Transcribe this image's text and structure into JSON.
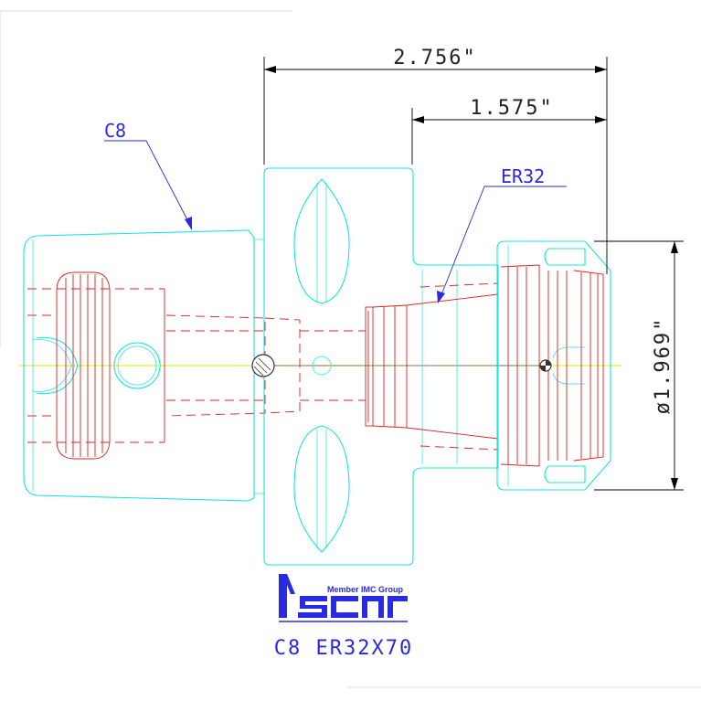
{
  "dimensions": {
    "overall_length": "2.756\"",
    "collet_length": "1.575\"",
    "nut_diameter": "ø1.969\""
  },
  "callouts": {
    "shank_label": "C8",
    "collet_label": "ER32"
  },
  "logo": {
    "tagline": "Member IMC Group",
    "brand": "Iscar"
  },
  "part_title": "C8 ER32X70",
  "colors": {
    "outline": "#18e4e4",
    "hidden_detail": "#e02020",
    "dimension": "#000000",
    "leader": "#2a2ae0",
    "centerline": "#e8e800"
  }
}
